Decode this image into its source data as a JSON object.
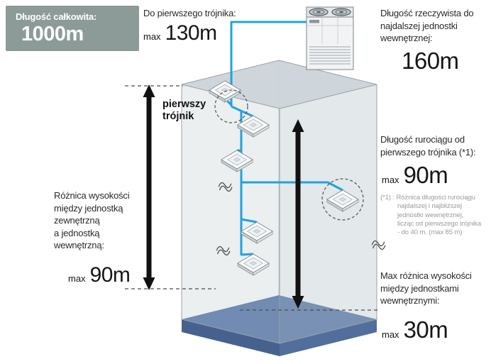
{
  "badge": {
    "label": "Długość całkowita:",
    "value": "1000m"
  },
  "annotations": {
    "to_first_tee": {
      "label": "Do pierwszego trójnika:",
      "max_prefix": "max",
      "value": "130m"
    },
    "actual_length_to_farthest": {
      "label": "Długość rzeczywista do\nnajdalszej jednostki\nwewnętrznej:",
      "value": "160m"
    },
    "first_tee": {
      "label": "pierwszy\ntrójnik"
    },
    "height_outdoor_to_indoor": {
      "label": "Różnica wysokości\nmiędzy jednostką\nzewnętrzną\na jednostką\nwewnętrzną:",
      "max_prefix": "max",
      "value": "90m"
    },
    "pipe_from_first_tee": {
      "label": "Długość rurociągu od\npierwszego trójnika (*1):",
      "max_prefix": "max",
      "value": "90m",
      "footnote": "(*1) : Różnica długości rurociągu\nnajdalszej i najbliższej\njednostki wewnętrznej,\nlicząc od pierwszego trójnika\n- do 40 m. (max 85 m)"
    },
    "max_height_between_indoor": {
      "label": "Max różnica wysokości\nmiędzy jednostkami\nwewnętrznymi:",
      "max_prefix": "max",
      "value": "30m"
    }
  },
  "diagram": {
    "indoor_unit_count": 6,
    "outdoor_unit_count": 1
  },
  "colors": {
    "badge_bg": "#8c9b97",
    "pipe_blue": "#21a3dd",
    "floor_blue": "#5b79a8",
    "footnote_gray": "#9b9b9b"
  }
}
